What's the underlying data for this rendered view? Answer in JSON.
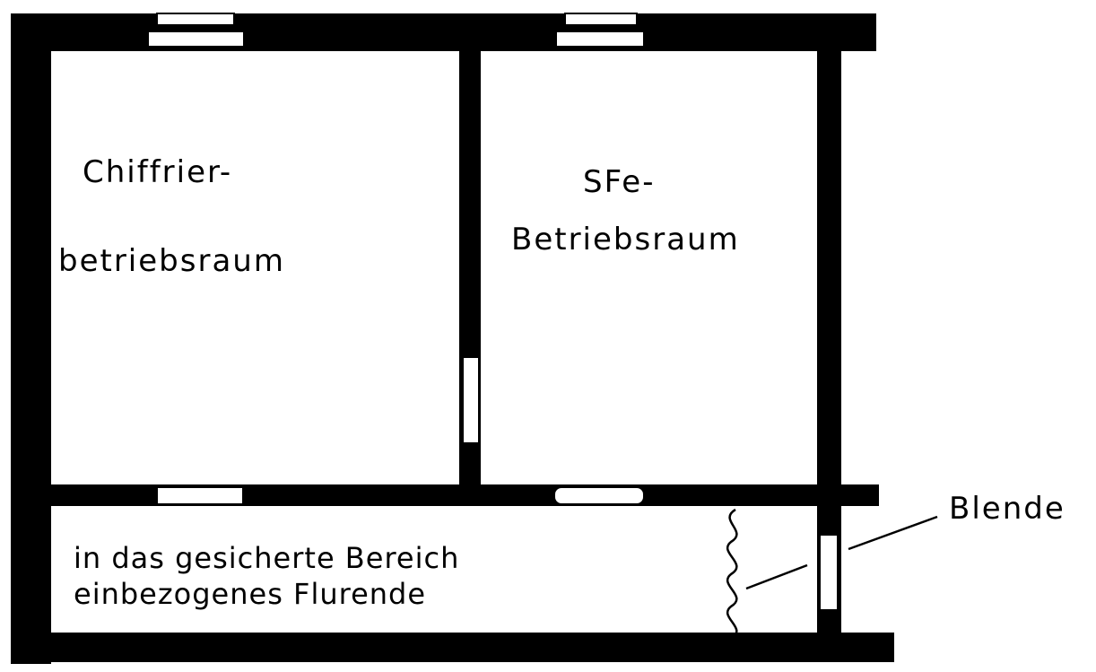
{
  "rooms": {
    "cipher_room": {
      "line1": "Chiffrier-",
      "line2": "betriebsraum"
    },
    "sfe_room": {
      "line1": "SFe-",
      "line2": "Betriebsraum"
    },
    "corridor": {
      "line1": "in das gesicherte Bereich",
      "line2": "einbezogenes Flurende"
    }
  },
  "annotations": {
    "blende": "Blende"
  },
  "colors": {
    "wall": "#000000",
    "background": "#ffffff"
  }
}
